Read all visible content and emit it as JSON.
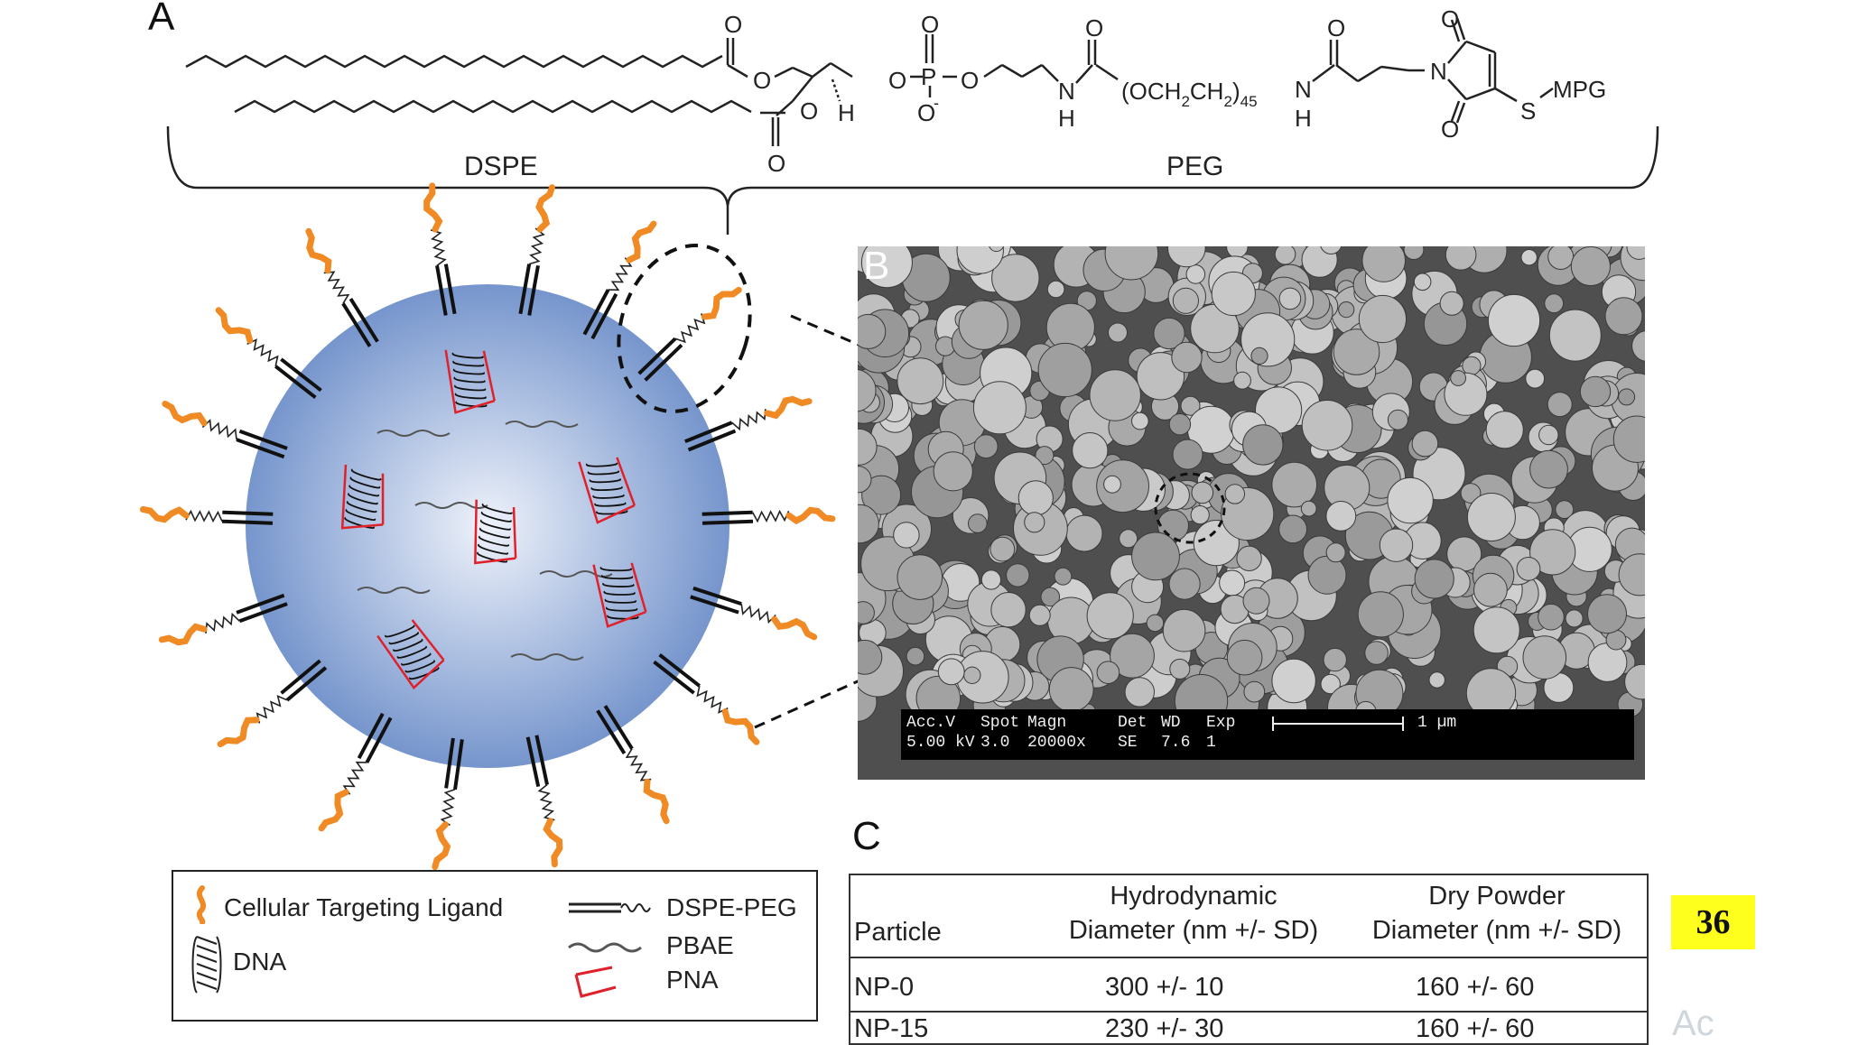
{
  "panels": {
    "a": "A",
    "b": "B",
    "c": "C"
  },
  "molecule": {
    "dspe_label": "DSPE",
    "peg_label": "PEG",
    "carbonyl_o": "O",
    "ester_o": "O",
    "h": "H",
    "phosphorus": "P",
    "o_minus": "O",
    "minus": "-",
    "n": "N",
    "peg_unit": "(OCH",
    "peg_sub2a": "2",
    "peg_ch": "CH",
    "peg_sub2b": "2",
    "peg_close": ")",
    "peg_sub45": "45",
    "s": "S",
    "mpg": "MPG"
  },
  "sem": {
    "col_accv": [
      "Acc.V",
      "5.00 kV"
    ],
    "col_spot": [
      "Spot",
      "3.0"
    ],
    "col_magn": [
      "Magn",
      "20000x"
    ],
    "col_det": [
      "Det",
      "SE"
    ],
    "col_wd": [
      "WD",
      "7.6"
    ],
    "col_exp": [
      "Exp",
      "1"
    ],
    "scale_label": "1 µm"
  },
  "legend": {
    "ligand": "Cellular Targeting Ligand",
    "dna": "DNA",
    "dspe_peg": "DSPE-PEG",
    "pbae": "PBAE",
    "pna": "PNA"
  },
  "table": {
    "headers": [
      "Particle",
      "Hydrodynamic\nDiameter (nm +/- SD)",
      "Dry Powder\nDiameter (nm +/-  SD)"
    ],
    "h_particle": "Particle",
    "h_hydro_1": "Hydrodynamic",
    "h_hydro_2": "Diameter (nm +/- SD)",
    "h_dry_1": "Dry Powder",
    "h_dry_2": "Diameter (nm +/-  SD)",
    "rows": [
      [
        "NP-0",
        "300 +/- 10",
        "160 +/- 60"
      ],
      [
        "NP-15",
        "230 +/- 30",
        "160 +/- 60"
      ]
    ]
  },
  "page_number": "36",
  "watermark": "Ac",
  "colors": {
    "ligand": "#f08a24",
    "pna": "#e0202a",
    "sphere_edge": "#6a8cc8",
    "sphere_center": "#eef2fa",
    "badge": "#ffff1e"
  }
}
